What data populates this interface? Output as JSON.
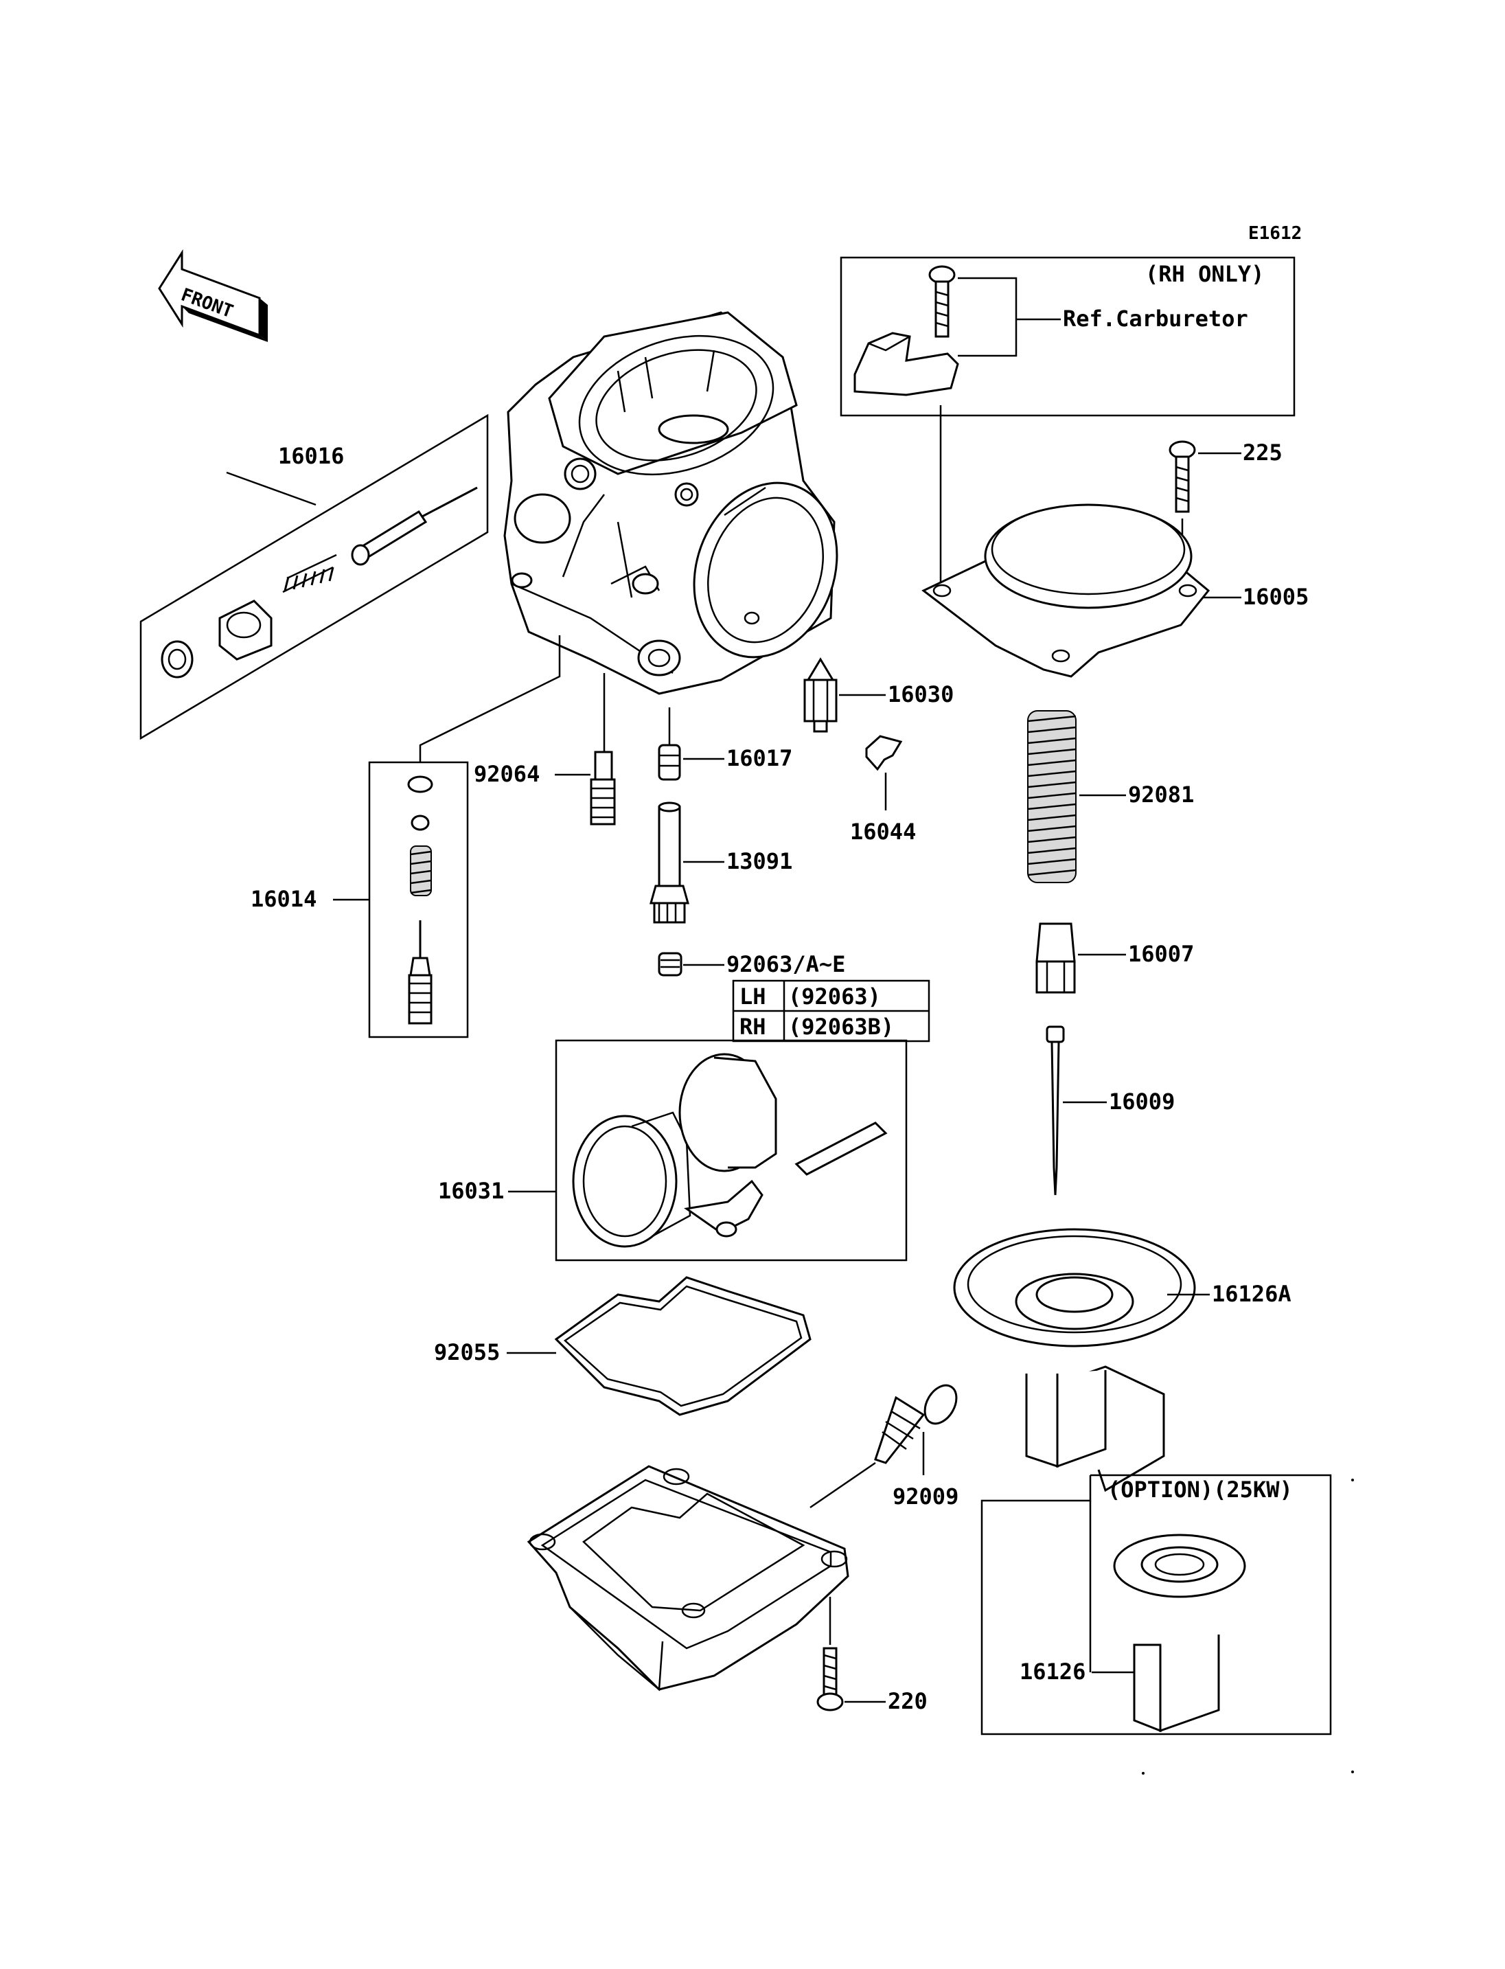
{
  "diagram_code": "E1612",
  "front_arrow_label": "FRONT",
  "callouts": {
    "rh_only_box": {
      "title": "(RH ONLY)",
      "note": "Ref.Carburetor"
    },
    "option_box": {
      "title": "(OPTION)(25KW)"
    }
  },
  "jet_table": {
    "rows": [
      {
        "side": "LH",
        "part": "(92063)"
      },
      {
        "side": "RH",
        "part": "(92063B)"
      }
    ]
  },
  "parts": {
    "p225": "225",
    "p16005": "16005",
    "p16016": "16016",
    "p16030": "16030",
    "p16017": "16017",
    "p92064": "92064",
    "p16044": "16044",
    "p92081": "92081",
    "p16014": "16014",
    "p13091": "13091",
    "p16007": "16007",
    "p92063": "92063/A~E",
    "p16009": "16009",
    "p16031": "16031",
    "p16126A": "16126A",
    "p92055": "92055",
    "p92009": "92009",
    "p16126": "16126",
    "p220": "220"
  }
}
